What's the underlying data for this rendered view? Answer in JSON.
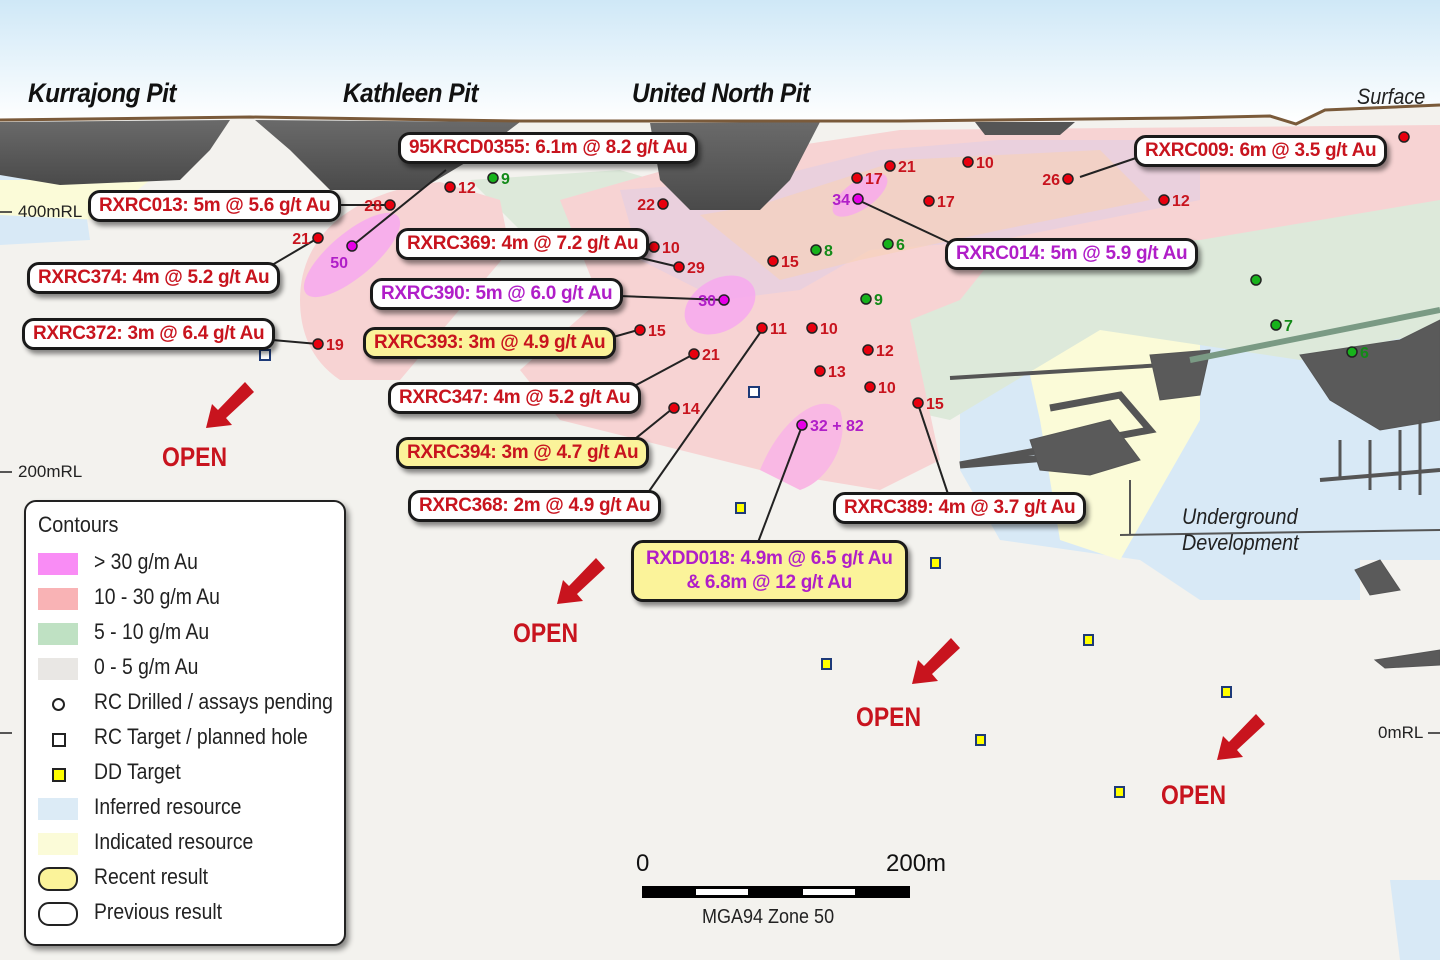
{
  "pits": [
    "Kurrajong Pit",
    "Kathleen Pit",
    "United North Pit"
  ],
  "surface_label": "Surface",
  "underground_label": "Underground Development",
  "rl_labels": {
    "rl400": "400mRL",
    "rl200": "200mRL",
    "rl0": "0mRL"
  },
  "open_label": "OPEN",
  "callouts": [
    {
      "id": "95KRCD0355",
      "text": "95KRCD0355: 6.1m @ 8.2 g/t Au",
      "type": "previous",
      "color": "red"
    },
    {
      "id": "RXRC013",
      "text": "RXRC013: 5m @ 5.6 g/t Au",
      "type": "previous",
      "color": "red"
    },
    {
      "id": "RXRC374",
      "text": "RXRC374: 4m @ 5.2 g/t Au",
      "type": "previous",
      "color": "red"
    },
    {
      "id": "RXRC372",
      "text": "RXRC372: 3m @ 6.4 g/t Au",
      "type": "previous",
      "color": "red"
    },
    {
      "id": "RXRC369",
      "text": "RXRC369: 4m @ 7.2 g/t Au",
      "type": "previous",
      "color": "red"
    },
    {
      "id": "RXRC390",
      "text": "RXRC390: 5m @ 6.0 g/t Au",
      "type": "previous",
      "color": "magenta"
    },
    {
      "id": "RXRC393",
      "text": "RXRC393: 3m @ 4.9 g/t Au",
      "type": "recent",
      "color": "red"
    },
    {
      "id": "RXRC347",
      "text": "RXRC347: 4m @ 5.2 g/t Au",
      "type": "previous",
      "color": "red"
    },
    {
      "id": "RXRC394",
      "text": "RXRC394: 3m @ 4.7 g/t Au",
      "type": "recent",
      "color": "red"
    },
    {
      "id": "RXRC368",
      "text": "RXRC368: 2m @ 4.9 g/t Au",
      "type": "previous",
      "color": "red"
    },
    {
      "id": "RXDD018",
      "text": "RXDD018: 4.9m @ 6.5 g/t Au",
      "text2": "& 6.8m @ 12 g/t Au",
      "type": "recent",
      "color": "magenta"
    },
    {
      "id": "RXRC389",
      "text": "RXRC389: 4m @ 3.7 g/t Au",
      "type": "previous",
      "color": "red"
    },
    {
      "id": "RXRC014",
      "text": "RXRC014: 5m @ 5.9 g/t Au",
      "type": "previous",
      "color": "magenta"
    },
    {
      "id": "RXRC009",
      "text": "RXRC009: 6m @ 3.5 g/t Au",
      "type": "previous",
      "color": "red"
    }
  ],
  "drillholes": [
    {
      "value": "12",
      "grade": "red"
    },
    {
      "value": "9",
      "grade": "green"
    },
    {
      "value": "28",
      "grade": "red"
    },
    {
      "value": "21",
      "grade": "red"
    },
    {
      "value": "50",
      "grade": "magenta"
    },
    {
      "value": "19",
      "grade": "red"
    },
    {
      "value": "22",
      "grade": "red"
    },
    {
      "value": "10",
      "grade": "red"
    },
    {
      "value": "29",
      "grade": "red"
    },
    {
      "value": "30",
      "grade": "magenta"
    },
    {
      "value": "15",
      "grade": "red"
    },
    {
      "value": "21",
      "grade": "red"
    },
    {
      "value": "14",
      "grade": "red"
    },
    {
      "value": "11",
      "grade": "red"
    },
    {
      "value": "10",
      "grade": "red"
    },
    {
      "value": "12",
      "grade": "red"
    },
    {
      "value": "13",
      "grade": "red"
    },
    {
      "value": "10",
      "grade": "red"
    },
    {
      "value": "15",
      "grade": "red"
    },
    {
      "value": "32 + 82",
      "grade": "magenta"
    },
    {
      "value": "15",
      "grade": "red"
    },
    {
      "value": "8",
      "grade": "green"
    },
    {
      "value": "6",
      "grade": "green"
    },
    {
      "value": "9",
      "grade": "green"
    },
    {
      "value": "17",
      "grade": "red"
    },
    {
      "value": "21",
      "grade": "red"
    },
    {
      "value": "34",
      "grade": "magenta"
    },
    {
      "value": "10",
      "grade": "red"
    },
    {
      "value": "17",
      "grade": "red"
    },
    {
      "value": "26",
      "grade": "red"
    },
    {
      "value": "12",
      "grade": "red"
    },
    {
      "value": "7",
      "grade": "green"
    },
    {
      "value": "6",
      "grade": "green"
    },
    {
      "value": "",
      "grade": "green"
    },
    {
      "value": "",
      "grade": "red"
    }
  ],
  "legend": {
    "title": "Contours",
    "items": [
      {
        "label": "> 30 g/m Au",
        "symbol": "swatch",
        "color": "#f98cf5"
      },
      {
        "label": "10 - 30 g/m Au",
        "symbol": "swatch",
        "color": "#f9b3b5"
      },
      {
        "label": "5 - 10 g/m Au",
        "symbol": "swatch",
        "color": "#bfe1c3"
      },
      {
        "label": "0 - 5 g/m Au",
        "symbol": "swatch",
        "color": "#e9e7e4"
      },
      {
        "label": "RC Drilled / assays pending",
        "symbol": "circle",
        "color": "#ffffff"
      },
      {
        "label": "RC Target / planned hole",
        "symbol": "square",
        "color": "#ffffff"
      },
      {
        "label": "DD Target",
        "symbol": "square",
        "color": "#ffff00"
      },
      {
        "label": "Inferred resource",
        "symbol": "swatch",
        "color": "#dcebf6"
      },
      {
        "label": "Indicated resource",
        "symbol": "swatch",
        "color": "#fbfbd8"
      },
      {
        "label": "Recent result",
        "symbol": "pill",
        "color": "#fbf39a"
      },
      {
        "label": "Previous result",
        "symbol": "pill",
        "color": "#ffffff"
      }
    ]
  },
  "scale_bar": {
    "start": "0",
    "end": "200m",
    "projection": "MGA94 Zone 50"
  },
  "colors": {
    "red": "#e8000e",
    "magenta": "#e600e6",
    "green": "#17b21b",
    "text_red": "#c8141e",
    "text_magenta": "#b01ec8",
    "text_green": "#138a18"
  }
}
